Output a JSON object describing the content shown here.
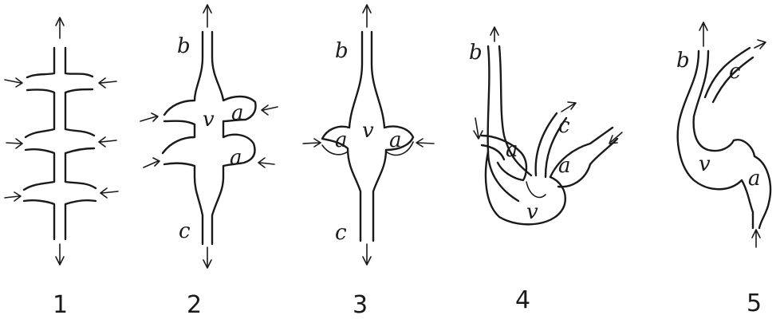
{
  "figures": [
    {
      "number": "1",
      "labels": {}
    },
    {
      "number": "2",
      "labels": {
        "top": "b",
        "ventricle": "v",
        "atrium_upper": "a",
        "atrium_lower": "a",
        "bottom": "c"
      }
    },
    {
      "number": "3",
      "labels": {
        "top": "b",
        "atrium_left": "a",
        "ventricle": "v",
        "atrium_right": "a",
        "bottom": "c"
      }
    },
    {
      "number": "4",
      "labels": {
        "top": "b",
        "atrium_left": "a",
        "channel": "c",
        "atrium_right": "a",
        "ventricle": "v"
      }
    },
    {
      "number": "5",
      "labels": {
        "top": "b",
        "channel": "c",
        "ventricle": "v",
        "atrium": "a"
      }
    }
  ],
  "colors": {
    "ink": "#1a1a1a",
    "background": "#ffffff"
  }
}
